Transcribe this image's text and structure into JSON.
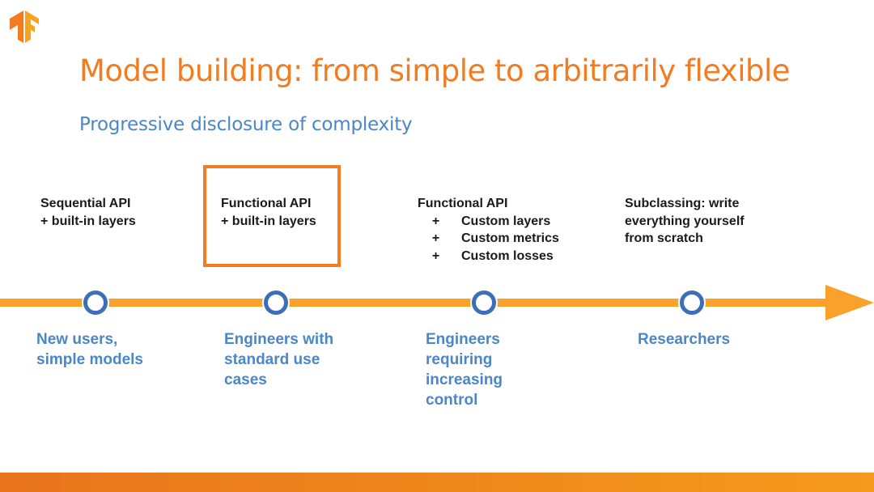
{
  "title": "Model building: from simple to arbitrarily flexible",
  "subtitle": "Progressive disclosure of complexity",
  "colors": {
    "accent_orange": "#F37C20",
    "timeline_orange": "#F9A12A",
    "audience_blue": "#4A86C8",
    "node_blue": "#3C6FB6"
  },
  "logo": {
    "icon": "tensorflow-logo"
  },
  "stages": [
    {
      "lines": [
        "Sequential API",
        "+ built-in layers"
      ],
      "bullets": [],
      "audience": [
        "New users,",
        "simple models"
      ]
    },
    {
      "lines": [
        "Functional API",
        "+ built-in layers"
      ],
      "bullets": [],
      "audience": [
        "Engineers with",
        "standard use",
        "cases"
      ]
    },
    {
      "lines": [
        "Functional API"
      ],
      "bullets": [
        {
          "symbol": "+",
          "text": "Custom layers"
        },
        {
          "symbol": "+",
          "text": "Custom metrics"
        },
        {
          "symbol": "+",
          "text": "Custom losses"
        }
      ],
      "audience": [
        "Engineers",
        "requiring",
        "increasing",
        "control"
      ]
    },
    {
      "lines": [
        "Subclassing: write",
        "everything yourself",
        "from scratch"
      ],
      "bullets": [],
      "audience": [
        "Researchers"
      ]
    }
  ]
}
